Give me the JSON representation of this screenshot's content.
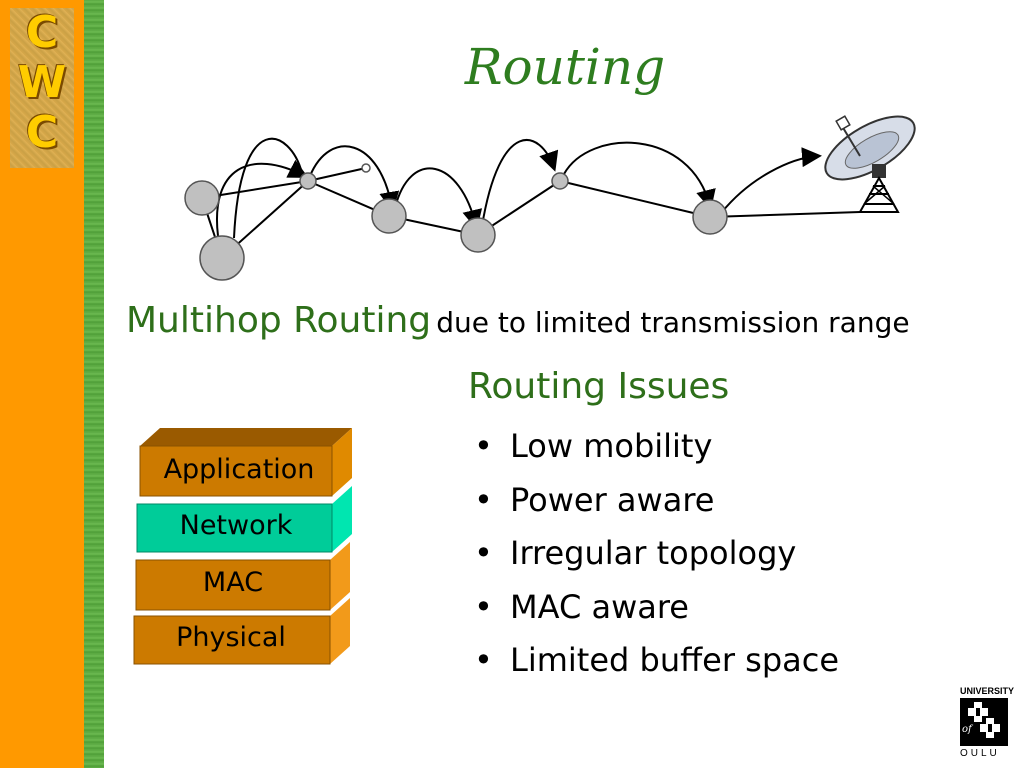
{
  "logo": {
    "letters": [
      "C",
      "W",
      "C"
    ]
  },
  "slide": {
    "title": "Routing",
    "multihop": {
      "headline": "Multihop Routing",
      "subtitle": "due to limited transmission range"
    },
    "issues": {
      "heading": "Routing Issues",
      "items": [
        "Low mobility",
        "Power aware",
        "Irregular topology",
        "MAC aware",
        "Limited buffer space"
      ]
    },
    "stack": {
      "layers": [
        {
          "label": "Application",
          "color": "#cc7a00"
        },
        {
          "label": "Network",
          "color": "#00cc99"
        },
        {
          "label": "MAC",
          "color": "#cc7a00"
        },
        {
          "label": "Physical",
          "color": "#cc7a00"
        }
      ]
    }
  },
  "university_logo": {
    "top": "UNIVERSITY",
    "middle": "of",
    "bottom": "OULU"
  },
  "colors": {
    "sidebar": "#ff9900",
    "title_green": "#2e7d1f",
    "node_gray": "#c0c0c0"
  }
}
